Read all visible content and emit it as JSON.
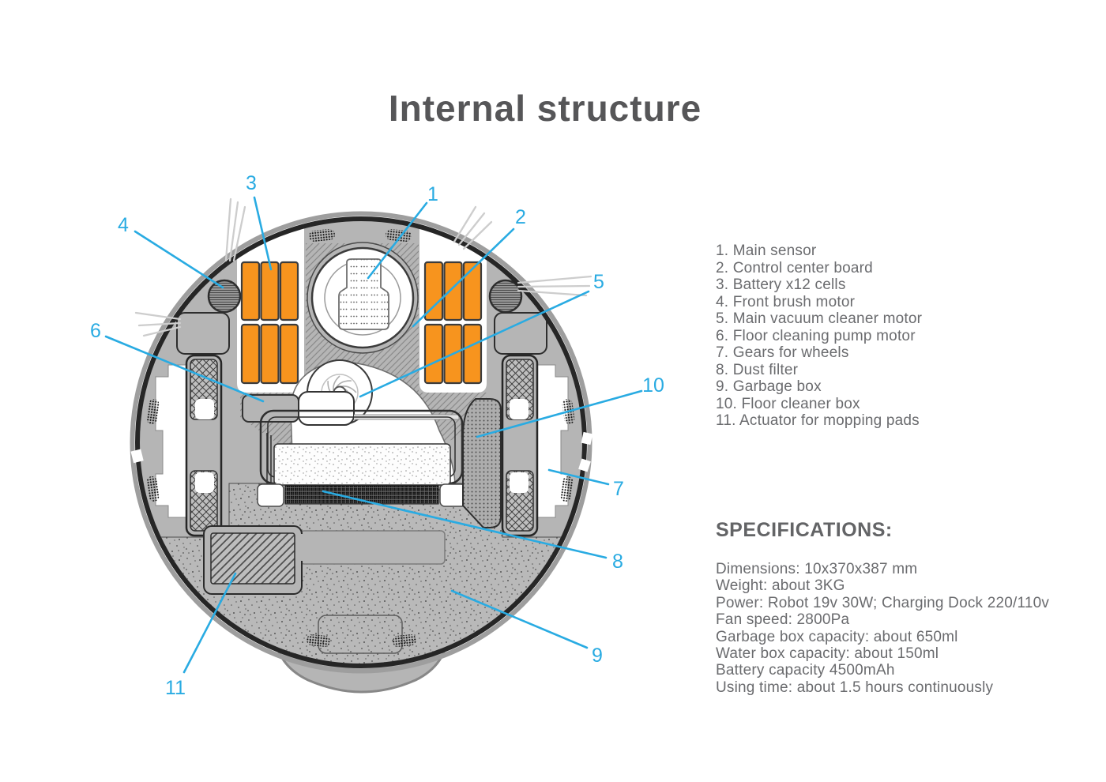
{
  "title": "Internal structure",
  "parts_list": {
    "items": [
      "1. Main sensor",
      "2. Control center board",
      "3. Battery x12 cells",
      "4. Front brush motor",
      "5. Main vacuum cleaner motor",
      "6. Floor cleaning pump motor",
      "7. Gears for wheels",
      "8. Dust filter",
      "9. Garbage box",
      "10. Floor cleaner box",
      "11. Actuator for mopping pads"
    ]
  },
  "specifications": {
    "heading": "SPECIFICATIONS:",
    "lines": [
      "Dimensions: 10x370x387 mm",
      "Weight: about 3KG",
      "Power: Robot 19v 30W; Charging Dock 220/110v",
      "Fan speed: 2800Pa",
      "Garbage box capacity: about 650ml",
      "Water box capacity: about 150ml",
      "Battery capacity 4500mAh",
      "Using time: about 1.5 hours continuously"
    ]
  },
  "diagram": {
    "callouts": [
      "1",
      "2",
      "3",
      "4",
      "5",
      "6",
      "7",
      "8",
      "9",
      "10",
      "11"
    ],
    "colors": {
      "accent": "#29ABE2",
      "battery_orange": "#F7941E",
      "body_gray": "#B5B5B5",
      "outline_dark": "#262626",
      "text_gray": "#6A6B6E",
      "title_gray": "#565658"
    }
  }
}
